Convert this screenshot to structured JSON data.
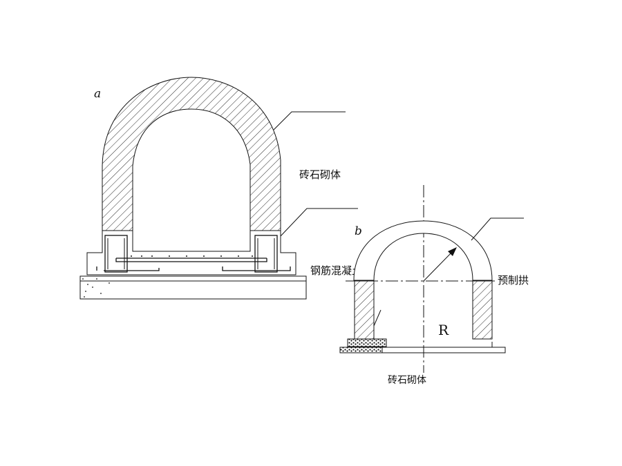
{
  "figure_a": {
    "label": "a",
    "callout_masonry": "砖石砌体",
    "callout_concrete": "钢筋混凝土"
  },
  "figure_b": {
    "label": "b",
    "callout_arch": "预制拱",
    "radius_label": "R",
    "callout_masonry": "砖石砌体"
  },
  "colors": {
    "line": "#111111",
    "background": "#ffffff"
  }
}
